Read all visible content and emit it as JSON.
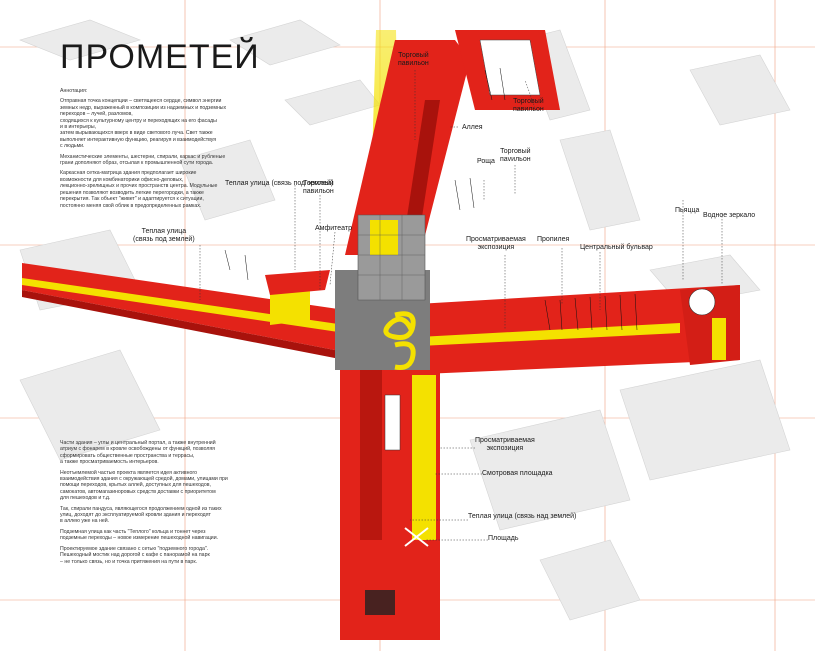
{
  "title": "ПРОМЕТЕЙ",
  "annotation": {
    "heading": "Аннотация:",
    "paragraphs": [
      "Отправная точка концепции – светящееся сердце, символ энергии\nземных недр, выраженный в композиции из надземных и подземных\nпереходов – лучей, разломов,\nсходящихся к культурному центру и переходящих на его фасады\nи в интерьеры,\nзатем вырывающихся вверх в виде светового луча. Свет также\nвыполняет интерактивную функцию, реагируя и взаимодействуя\nс людьми.",
      "Механистические элементы, шестерни, спирали, каркас и рубленые\nграни дополняют образ, отсылая к промышленной сути города.",
      "Каркасная сетка-матрица здания предполагает широкие\nвозможности для комбинаторики офисно-деловых,\nлекционно-зрелищных и прочих пространств центра. Модульные\nрешения позволяют возводить легкие перегородки, а также\nперекрытия. Так объект \"живет\" и адаптируется к ситуации,\nпостоянно меняя свой облик в предопределенных рамках."
    ]
  },
  "lower_text": [
    "Части здания – углы и центральный портал, а также внутренний\nатриум с фонарем в кровле освобождены от функций, позволяя\nсформировать общественные пространства и террасы,\nа также просматриваемость интерьеров.",
    "Неотъемлемой частью проекта является идея активного\nвзаимодействия здания с окружающей средой, домами, улицами при\nпомощи переходов, крытых аллей, доступных для пешеходов,\nсамокатов, автомагазиноровых средств доставки с приоритетом\nдля пешеходов и т.д.",
    "Так, спирали пандуса, являющегося продолжением одной из таких\nулиц, доходят до эксплуатируемой кровли здания и переходят\nв аллею уже на ней.",
    "Подземная улица как часть \"Теплого\" кольца и тоннет через\nподземные переходы – новое измерение пешеходной навигации.",
    "Проектируемое здание связано с сетью \"подземного города\".\nПешеходный мостик над дорогой с кафе с панорамой на парк\n– не только связь, но и точка притяжения на пути в парк."
  ],
  "labels": {
    "torg_top": "Торговый\nпавильон",
    "torg_right": "Торговый\nпавильон",
    "alleya": "Аллея",
    "torg_mid": "Торговый\nпavильон",
    "roshcha": "Роща",
    "torg_left": "Торговый\nпавильон",
    "warm_under": "Теплая улица (связь под землей)",
    "warm_under2": "Теплая улица\n(связь под землей)",
    "amfiteatr": "Амфитеатр",
    "prosmotr_top": "Просматриваемая\nэкспозиция",
    "propileya": "Пропилея",
    "bulvar": "Центральный бульвар",
    "pyatsa": "Пьяцца",
    "vodnoe": "Водное зеркало",
    "prosmotr_bot": "Просматриваемая\nэкспозиция",
    "smotr": "Смотровая площадка",
    "warm_above": "Теплая улица (связь над землей)",
    "ploshchad": "Площадь"
  },
  "colors": {
    "red": "#e2231a",
    "dark_red": "#a8120c",
    "yellow": "#f4e100",
    "gray_building": "#7d7d7d",
    "light_gray": "#e6e6e6",
    "guide": "#f0a080"
  }
}
